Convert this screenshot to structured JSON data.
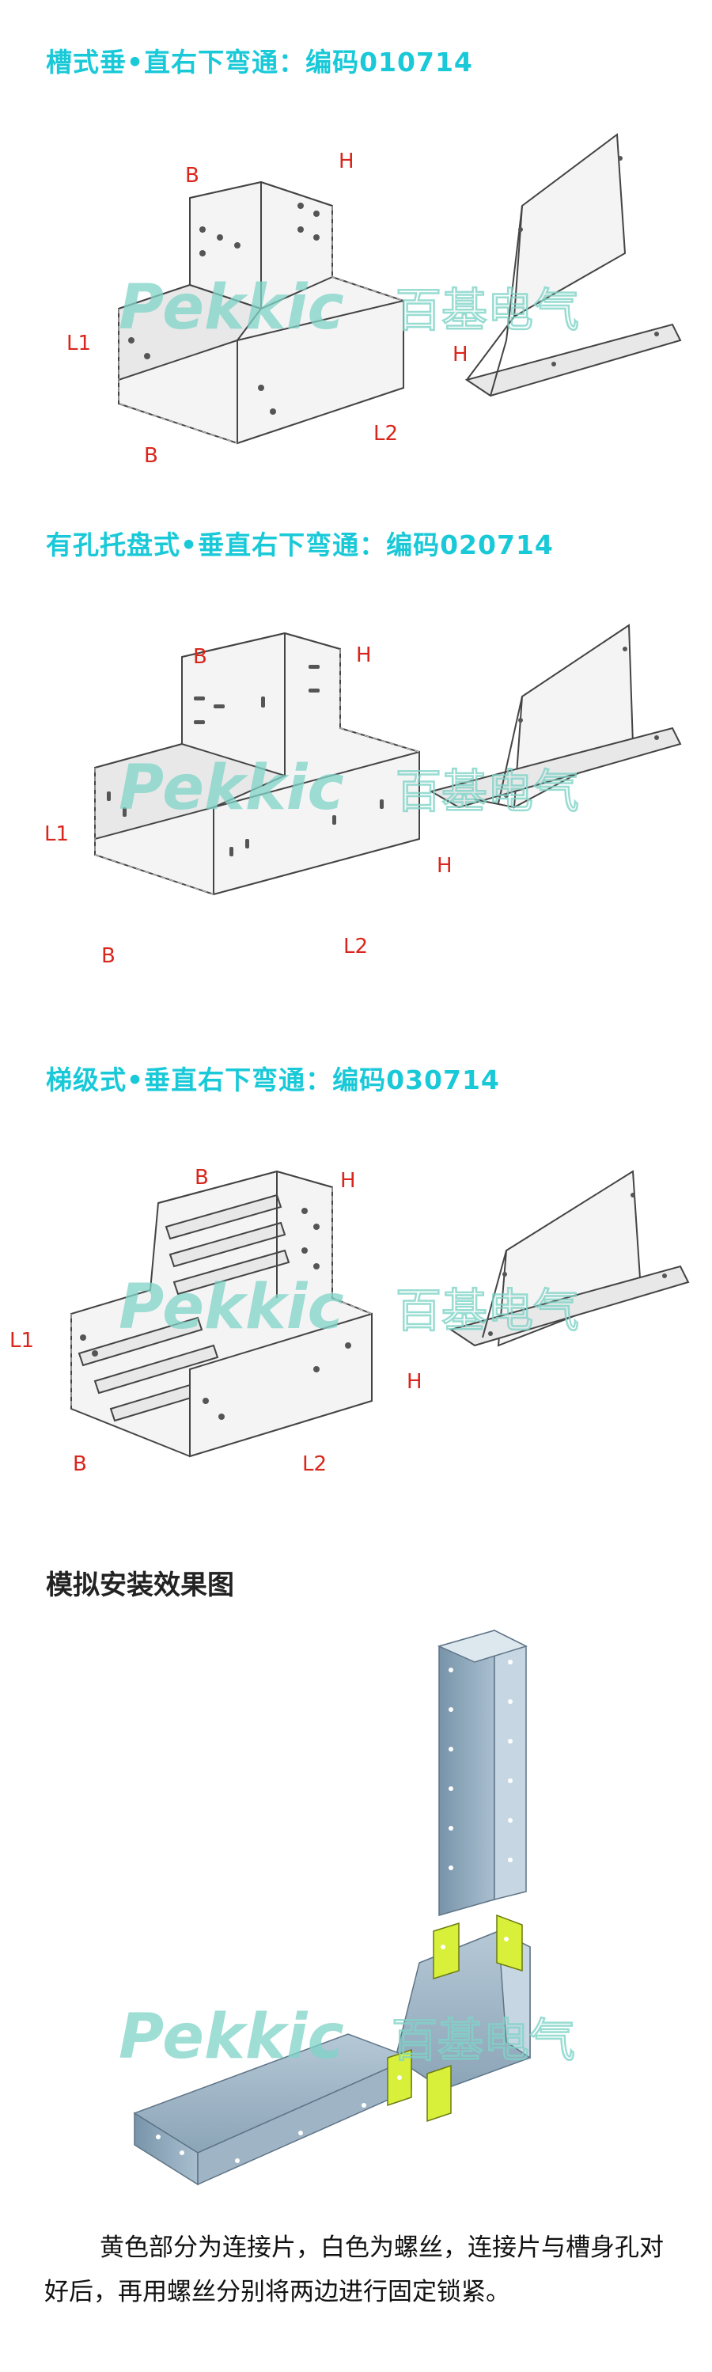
{
  "sections": [
    {
      "title": "槽式垂•直右下弯通：编码010714",
      "labels": {
        "b_top": "B",
        "h_top": "H",
        "l1": "L1",
        "h_side": "H",
        "b_bottom": "B",
        "l2": "L2"
      }
    },
    {
      "title": "有孔托盘式•垂直右下弯通：编码020714",
      "labels": {
        "b_top": "B",
        "h_top": "H",
        "l1": "L1",
        "h_side": "H",
        "b_bottom": "B",
        "l2": "L2"
      }
    },
    {
      "title": "梯级式•垂直右下弯通：编码030714",
      "labels": {
        "b_top": "B",
        "h_top": "H",
        "l1": "L1",
        "h_side": "H",
        "b_bottom": "B",
        "l2": "L2"
      }
    }
  ],
  "watermark": {
    "brand": "Pekkic",
    "cn": "百基电气"
  },
  "simulation": {
    "title": "模拟安装效果图",
    "caption": "黄色部分为连接片，白色为螺丝，连接片与槽身孔对好后，再用螺丝分别将两边进行固定锁紧。"
  },
  "colors": {
    "title_cyan": "#19c9d8",
    "label_red": "#d9261c",
    "tray_blue": "#8aa4b8",
    "connector_yellow": "#d8f03a",
    "watermark": "#7fd4c8"
  }
}
